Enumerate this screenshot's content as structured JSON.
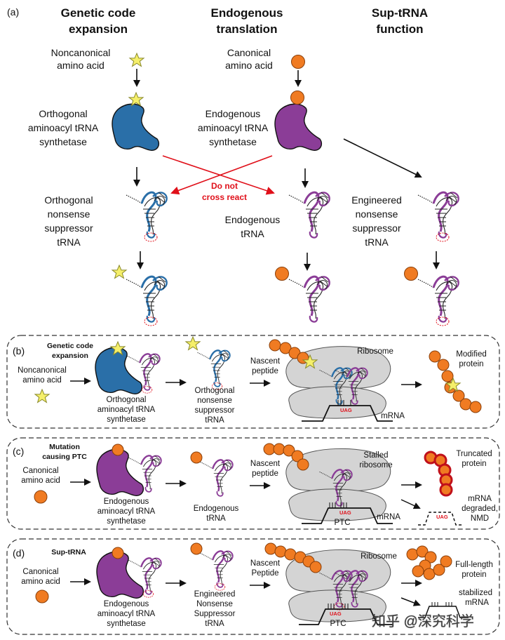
{
  "panel_a": {
    "letter": "(a)",
    "columns": [
      {
        "title_line1": "Genetic code",
        "title_line2": "expansion"
      },
      {
        "title_line1": "Endogenous",
        "title_line2": "translation"
      },
      {
        "title_line1": "Sup-tRNA",
        "title_line2": "function"
      }
    ],
    "noncanonical_line1": "Noncanonical",
    "noncanonical_line2": "amino acid",
    "canonical_line1": "Canonical",
    "canonical_line2": "amino acid",
    "orth_synthetase": [
      "Orthogonal",
      "aminoacyl tRNA",
      "synthetase"
    ],
    "endo_synthetase": [
      "Endogenous",
      "aminoacyl tRNA",
      "synthetase"
    ],
    "no_cross_line1": "Do not",
    "no_cross_line2": "cross react",
    "orth_trna": [
      "Orthogonal",
      "nonsense",
      "suppressor",
      "tRNA"
    ],
    "endo_trna": [
      "Endogenous",
      "tRNA"
    ],
    "eng_trna": [
      "Engineered",
      "nonsense",
      "suppressor",
      "tRNA"
    ]
  },
  "panel_b": {
    "letter": "(b)",
    "title_line1": "Genetic code",
    "title_line2": "expansion",
    "aa": [
      "Noncanonical",
      "amino acid"
    ],
    "synthetase": [
      "Orthogonal",
      "aminoacyl tRNA",
      "synthetase"
    ],
    "trna": [
      "Orthogonal",
      "nonsense",
      "suppressor",
      "tRNA"
    ],
    "nascent": [
      "Nascent",
      "peptide"
    ],
    "ribosome": "Ribosome",
    "codon": "UAG",
    "mrna": "mRNA",
    "result": [
      "Modified",
      "protein"
    ]
  },
  "panel_c": {
    "letter": "(c)",
    "title_line1": "Mutation",
    "title_line2": "causing PTC",
    "aa": [
      "Canonical",
      "amino acid"
    ],
    "synthetase": [
      "Endogenous",
      "aminoacyl tRNA",
      "synthetase"
    ],
    "trna": [
      "Endogenous",
      "tRNA"
    ],
    "nascent": [
      "Nascent",
      "peptide"
    ],
    "ribosome": [
      "Stalled",
      "ribosome"
    ],
    "codon": "UAG",
    "ptc": "PTC",
    "mrna": "mRNA",
    "result": [
      "Truncated",
      "protein"
    ],
    "degraded": [
      "mRNA",
      "degraded,",
      "NMD"
    ]
  },
  "panel_d": {
    "letter": "(d)",
    "title": "Sup-tRNA",
    "aa": [
      "Canonical",
      "amino acid"
    ],
    "synthetase": [
      "Endogenous",
      "aminoacyl tRNA",
      "synthetase"
    ],
    "trna": [
      "Engineered",
      "Nonsense",
      "Suppressor",
      "tRNA"
    ],
    "nascent": [
      "Nascent",
      "Peptide"
    ],
    "ribosome": "Ribosome",
    "codon": "UAG",
    "ptc": "PTC",
    "result": [
      "Full-length",
      "protein"
    ],
    "stabilized": [
      "stabilized",
      "mRNA"
    ]
  },
  "watermark": "知乎 @深究科学",
  "colors": {
    "orthogonal_blue": "#2a6fa8",
    "endogenous_purple": "#8b3d97",
    "amino_orange": "#f07b22",
    "star_yellow": "#f5ef6a",
    "cross_red": "#e0101a",
    "ribosome_gray": "#d4d4d4"
  }
}
